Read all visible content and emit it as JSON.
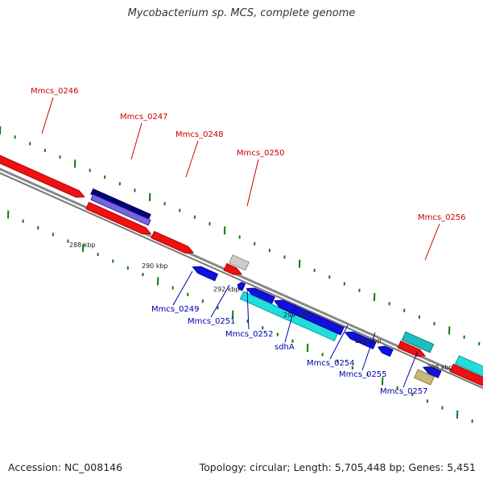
{
  "title": "Mycobacterium sp. MCS, complete genome",
  "footer": {
    "accession": "Accession: NC_008146",
    "topology": "Topology: circular; Length: 5,705,448 bp; Genes: 5,451"
  },
  "colors": {
    "forward_label": "#cc0000",
    "reverse_label": "#0000aa",
    "tick": "#117711",
    "backbone": "#888888"
  },
  "scale_labels": [
    "288 kbp",
    "290 kbp",
    "292 kbp",
    "294 kbp",
    "296 kbp",
    "298 kbp"
  ],
  "gene_labels": [
    {
      "text": "Mmcs_0246",
      "strand": "forward"
    },
    {
      "text": "Mmcs_0247",
      "strand": "forward"
    },
    {
      "text": "Mmcs_0248",
      "strand": "forward"
    },
    {
      "text": "Mmcs_0250",
      "strand": "forward"
    },
    {
      "text": "Mmcs_0256",
      "strand": "forward"
    },
    {
      "text": "Mmcs_0249",
      "strand": "reverse"
    },
    {
      "text": "Mmcs_0251",
      "strand": "reverse"
    },
    {
      "text": "Mmcs_0252",
      "strand": "reverse"
    },
    {
      "text": "sdhA",
      "strand": "reverse"
    },
    {
      "text": "Mmcs_0254",
      "strand": "reverse"
    },
    {
      "text": "Mmcs_0255",
      "strand": "reverse"
    },
    {
      "text": "Mmcs_0257",
      "strand": "reverse"
    }
  ],
  "features": [
    {
      "name": "Mmcs_0246-arrow",
      "color": "#ee1111",
      "strand": "forward",
      "dir": "right"
    },
    {
      "name": "Mmcs_0247-navy-box",
      "color": "#000077",
      "strand": "forward",
      "dir": "none"
    },
    {
      "name": "Mmcs_0247-purple-box",
      "color": "#7766dd",
      "strand": "forward",
      "dir": "none"
    },
    {
      "name": "Mmcs_0247-arrow",
      "color": "#ee1111",
      "strand": "forward",
      "dir": "right"
    },
    {
      "name": "Mmcs_0248-arrow",
      "color": "#ee1111",
      "strand": "forward",
      "dir": "right"
    },
    {
      "name": "Mmcs_0250-grey-box",
      "color": "#cccccc",
      "strand": "forward",
      "dir": "none"
    },
    {
      "name": "Mmcs_0250-arrow",
      "color": "#ee1111",
      "strand": "forward",
      "dir": "right"
    },
    {
      "name": "Mmcs_0249-arrow",
      "color": "#1111dd",
      "strand": "reverse",
      "dir": "left"
    },
    {
      "name": "Mmcs_0251-arrow",
      "color": "#1111dd",
      "strand": "reverse",
      "dir": "left"
    },
    {
      "name": "Mmcs_0252-arrow",
      "color": "#1111dd",
      "strand": "reverse",
      "dir": "left"
    },
    {
      "name": "Mmcs_0252-cyan-box",
      "color": "#22dddd",
      "strand": "reverse",
      "dir": "none"
    },
    {
      "name": "sdhA-arrow",
      "color": "#1111dd",
      "strand": "reverse",
      "dir": "left"
    },
    {
      "name": "Mmcs_0254-arrow",
      "color": "#1111dd",
      "strand": "reverse",
      "dir": "left"
    },
    {
      "name": "Mmcs_0255-arrow",
      "color": "#1111dd",
      "strand": "reverse",
      "dir": "left"
    },
    {
      "name": "Mmcs_0256-teal-box",
      "color": "#22bbbb",
      "strand": "forward",
      "dir": "none"
    },
    {
      "name": "Mmcs_0256-arrow",
      "color": "#ee1111",
      "strand": "forward",
      "dir": "right"
    },
    {
      "name": "Mmcs_0257-arrow",
      "color": "#1111dd",
      "strand": "reverse",
      "dir": "left"
    },
    {
      "name": "Mmcs_0257-khaki-box",
      "color": "#c8bb77",
      "strand": "reverse",
      "dir": "none"
    },
    {
      "name": "right-cyan-box",
      "color": "#22dddd",
      "strand": "forward",
      "dir": "none"
    },
    {
      "name": "right-red-arrow",
      "color": "#ee1111",
      "strand": "forward",
      "dir": "right"
    }
  ]
}
